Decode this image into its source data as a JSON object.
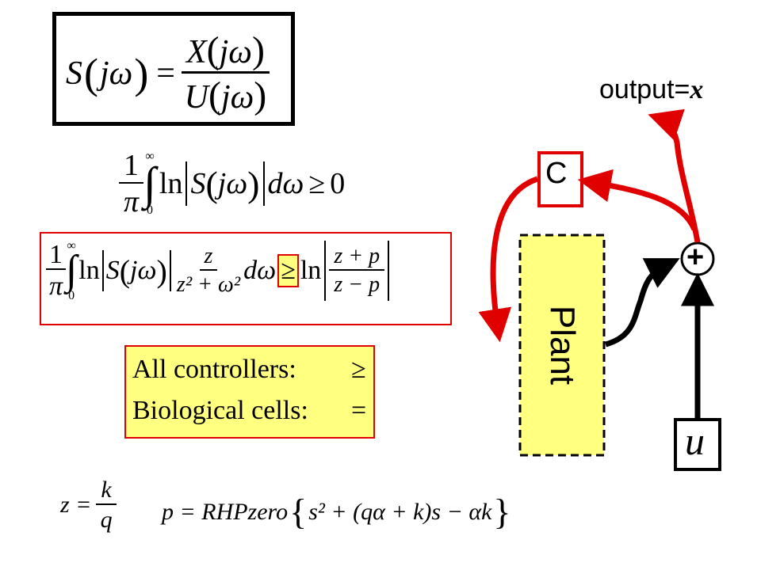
{
  "eq_sensitivity": {
    "lhs": "S",
    "arg": "jω",
    "equals": "=",
    "num": "X",
    "den": "U"
  },
  "eq_bode": {
    "coef_num": "1",
    "coef_den": "π",
    "upper": "∞",
    "lower": "0",
    "ln": "ln",
    "S": "S",
    "arg": "jω",
    "dw": "dω",
    "rel": "≥",
    "rhs": "0"
  },
  "eq_poisson": {
    "coef_num": "1",
    "coef_den": "π",
    "upper": "∞",
    "lower": "0",
    "ln": "ln",
    "S": "S",
    "arg": "jω",
    "w_num": "z",
    "w_den": "z² + ω²",
    "dw": "dω",
    "rel": "≥",
    "ln2": "ln",
    "r_num": "z + p",
    "r_den": "z − p"
  },
  "summary": {
    "line1_label": "All controllers:",
    "line1_rel": "≥",
    "line2_label": "Biological cells:",
    "line2_rel": "="
  },
  "defs": {
    "z_lhs": "z =",
    "z_num": "k",
    "z_den": "q",
    "p_lhs": "p = RHPzero",
    "p_body": "s² + (qα + k)s − αk"
  },
  "diagram": {
    "output_label": "output=",
    "output_var": "x",
    "controller_label": "C",
    "plant_label": "Plant",
    "sum_label": "+",
    "input_label": "u"
  },
  "colors": {
    "red": "#e00000",
    "yellow": "#ffff80",
    "black": "#000000"
  }
}
